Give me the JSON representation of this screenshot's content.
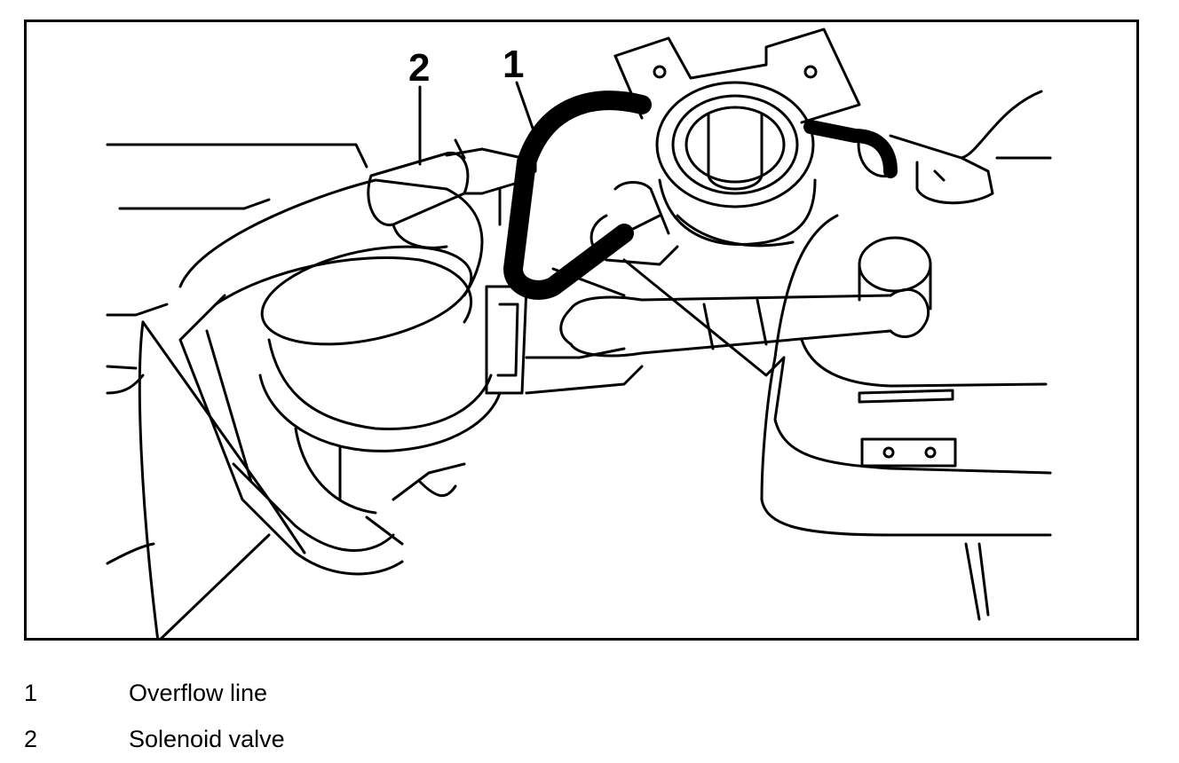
{
  "diagram": {
    "callouts": [
      {
        "id": "1",
        "label": "1"
      },
      {
        "id": "2",
        "label": "2"
      }
    ]
  },
  "legend": {
    "items": [
      {
        "number": "1",
        "text": "Overflow line"
      },
      {
        "number": "2",
        "text": "Solenoid valve"
      }
    ]
  }
}
